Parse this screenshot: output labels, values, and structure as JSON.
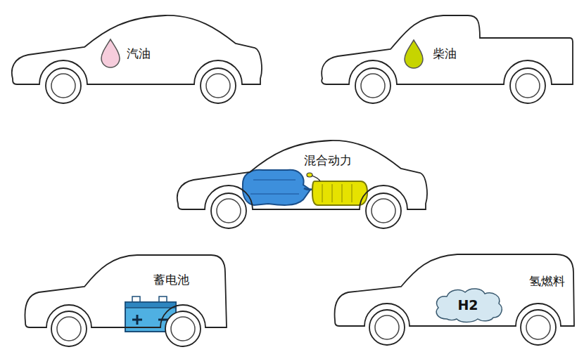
{
  "diagram": {
    "nodes": [
      {
        "text": [
          "汽油"
        ]
      },
      {
        "text": [
          "柴油"
        ]
      },
      {
        "text": [
          "混合动力"
        ]
      },
      {
        "text": [
          "蓄电池"
        ]
      },
      {
        "text": [
          "氢燃料"
        ]
      },
      {
        "text": [
          "H2"
        ],
        "in": 4
      }
    ]
  }
}
